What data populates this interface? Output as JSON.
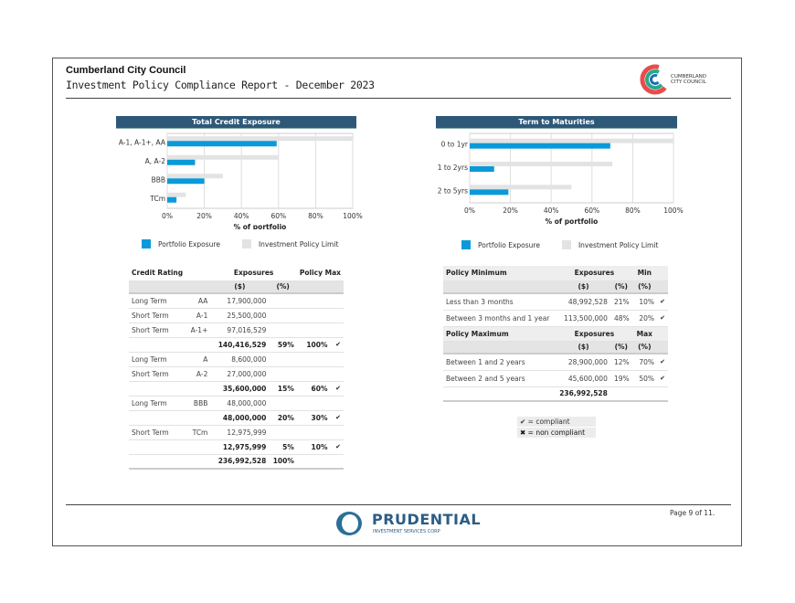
{
  "header": {
    "title": "Cumberland City Council",
    "subtitle": "Investment Policy Compliance Report - December 2023",
    "logo_text": "CUMBERLAND CITY COUNCIL"
  },
  "colors": {
    "exposure": "#0a9ad9",
    "limit": "#e3e3e3",
    "header": "#2e5877"
  },
  "legend": {
    "exposure": "Portfolio Exposure",
    "limit": "Investment Policy Limit"
  },
  "chart_data": [
    {
      "type": "bar",
      "title": "Total Credit Exposure",
      "xlabel": "% of portfolio",
      "ylabel": "",
      "xlim": [
        0,
        100
      ],
      "ticks": [
        "0%",
        "20%",
        "40%",
        "60%",
        "80%",
        "100%"
      ],
      "categories": [
        "A-1, A-1+, AA",
        "A, A-2",
        "BBB",
        "TCm"
      ],
      "series": [
        {
          "name": "Portfolio Exposure",
          "values": [
            59,
            15,
            20,
            5
          ]
        },
        {
          "name": "Investment Policy Limit",
          "values": [
            100,
            60,
            30,
            10
          ]
        }
      ]
    },
    {
      "type": "bar",
      "title": "Term to Maturities",
      "xlabel": "% of portfolio",
      "ylabel": "",
      "xlim": [
        0,
        100
      ],
      "ticks": [
        "0%",
        "20%",
        "40%",
        "60%",
        "80%",
        "100%"
      ],
      "categories": [
        "0 to 1yr",
        "1 to 2yrs",
        "2 to 5yrs"
      ],
      "series": [
        {
          "name": "Portfolio Exposure",
          "values": [
            69,
            12,
            19
          ]
        },
        {
          "name": "Investment Policy Limit",
          "values": [
            100,
            70,
            50
          ]
        }
      ]
    }
  ],
  "credit_table": {
    "headers": {
      "rating": "Credit Rating",
      "exposures": "Exposures",
      "policy_max": "Policy Max",
      "dollars": "($)",
      "pct": "(%)"
    },
    "rows": [
      {
        "term": "Long Term",
        "code": "AA",
        "amount": "17,900,000"
      },
      {
        "term": "Short Term",
        "code": "A-1",
        "amount": "25,500,000"
      },
      {
        "term": "Short Term",
        "code": "A-1+",
        "amount": "97,016,529"
      },
      {
        "total": "140,416,529",
        "pct": "59%",
        "max": "100%",
        "ok": "✔"
      },
      {
        "term": "Long Term",
        "code": "A",
        "amount": "8,600,000"
      },
      {
        "term": "Short Term",
        "code": "A-2",
        "amount": "27,000,000"
      },
      {
        "total": "35,600,000",
        "pct": "15%",
        "max": "60%",
        "ok": "✔"
      },
      {
        "term": "Long Term",
        "code": "BBB",
        "amount": "48,000,000"
      },
      {
        "total": "48,000,000",
        "pct": "20%",
        "max": "30%",
        "ok": "✔"
      },
      {
        "term": "Short Term",
        "code": "TCm",
        "amount": "12,975,999"
      },
      {
        "total": "12,975,999",
        "pct": "5%",
        "max": "10%",
        "ok": "✔"
      }
    ],
    "grand_total": "236,992,528",
    "grand_pct": "100%"
  },
  "term_table": {
    "min_header": {
      "label": "Policy Minimum",
      "exposures": "Exposures",
      "limit": "Min",
      "dollars": "($)",
      "pct": "(%)",
      "limit_pct": "(%)"
    },
    "min_rows": [
      {
        "label": "Less than 3 months",
        "amount": "48,992,528",
        "pct": "21%",
        "limit": "10%",
        "ok": "✔"
      },
      {
        "label": "Between 3 months and 1 year",
        "amount": "113,500,000",
        "pct": "48%",
        "limit": "20%",
        "ok": "✔"
      }
    ],
    "max_header": {
      "label": "Policy Maximum",
      "exposures": "Exposures",
      "limit": "Max",
      "dollars": "($)",
      "pct": "(%)",
      "limit_pct": "(%)"
    },
    "max_rows": [
      {
        "label": "Between 1 and 2 years",
        "amount": "28,900,000",
        "pct": "12%",
        "limit": "70%",
        "ok": "✔"
      },
      {
        "label": "Between 2 and 5 years",
        "amount": "45,600,000",
        "pct": "19%",
        "limit": "50%",
        "ok": "✔"
      }
    ],
    "total": "236,992,528"
  },
  "key": {
    "compliant": "✔ = compliant",
    "non_compliant": "✖ = non compliant"
  },
  "footer": {
    "brand": "PRUDENTIAL",
    "brand_sub": "INVESTMENT SERVICES CORP",
    "page": "Page 9 of 11."
  }
}
